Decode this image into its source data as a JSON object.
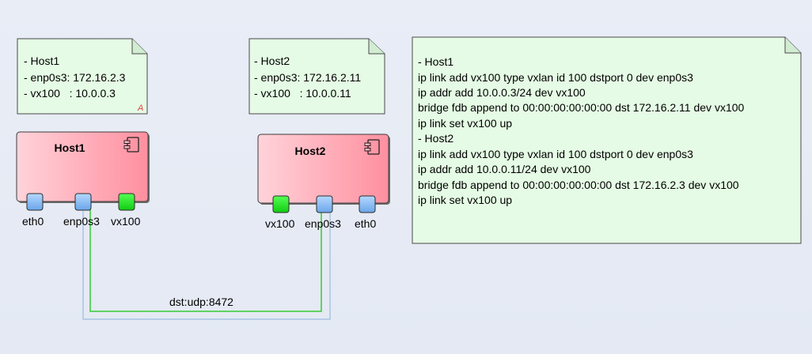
{
  "colors": {
    "note_fill": "#e5fbe5",
    "note_border": "#4a4a4a",
    "node_fill_start": "#ffd3da",
    "node_fill_end": "#ff8f9f",
    "port_blue": "#7fb7f0",
    "port_green": "#22dd22",
    "link_green": "#33cc33",
    "link_blue": "#a8c4e4"
  },
  "notes": {
    "host1": [
      "- Host1",
      "- enp0s3: 172.16.2.3",
      "- vx100   : 10.0.0.3"
    ],
    "host1_mark": "A",
    "host2": [
      "- Host2",
      "- enp0s3: 172.16.2.11",
      "- vx100   : 10.0.0.11"
    ],
    "commands": [
      "- Host1",
      "ip link add vx100 type vxlan id 100 dstport 0 dev enp0s3",
      "ip addr add 10.0.0.3/24 dev vx100",
      "bridge fdb append to 00:00:00:00:00:00 dst 172.16.2.11 dev vx100",
      "ip link set vx100 up",
      "- Host2",
      "ip link add vx100 type vxlan id 100 dstport 0 dev enp0s3",
      "ip addr add 10.0.0.11/24 dev vx100",
      "bridge fdb append to 00:00:00:00:00:00 dst 172.16.2.3 dev vx100",
      "ip link set vx100 up"
    ]
  },
  "nodes": {
    "host1": {
      "title": "Host1",
      "ports": [
        "eth0",
        "enp0s3",
        "vx100"
      ]
    },
    "host2": {
      "title": "Host2",
      "ports": [
        "vx100",
        "enp0s3",
        "eth0"
      ]
    }
  },
  "connector": {
    "label": "dst:udp:8472"
  },
  "icons": {
    "component": "component-icon"
  }
}
